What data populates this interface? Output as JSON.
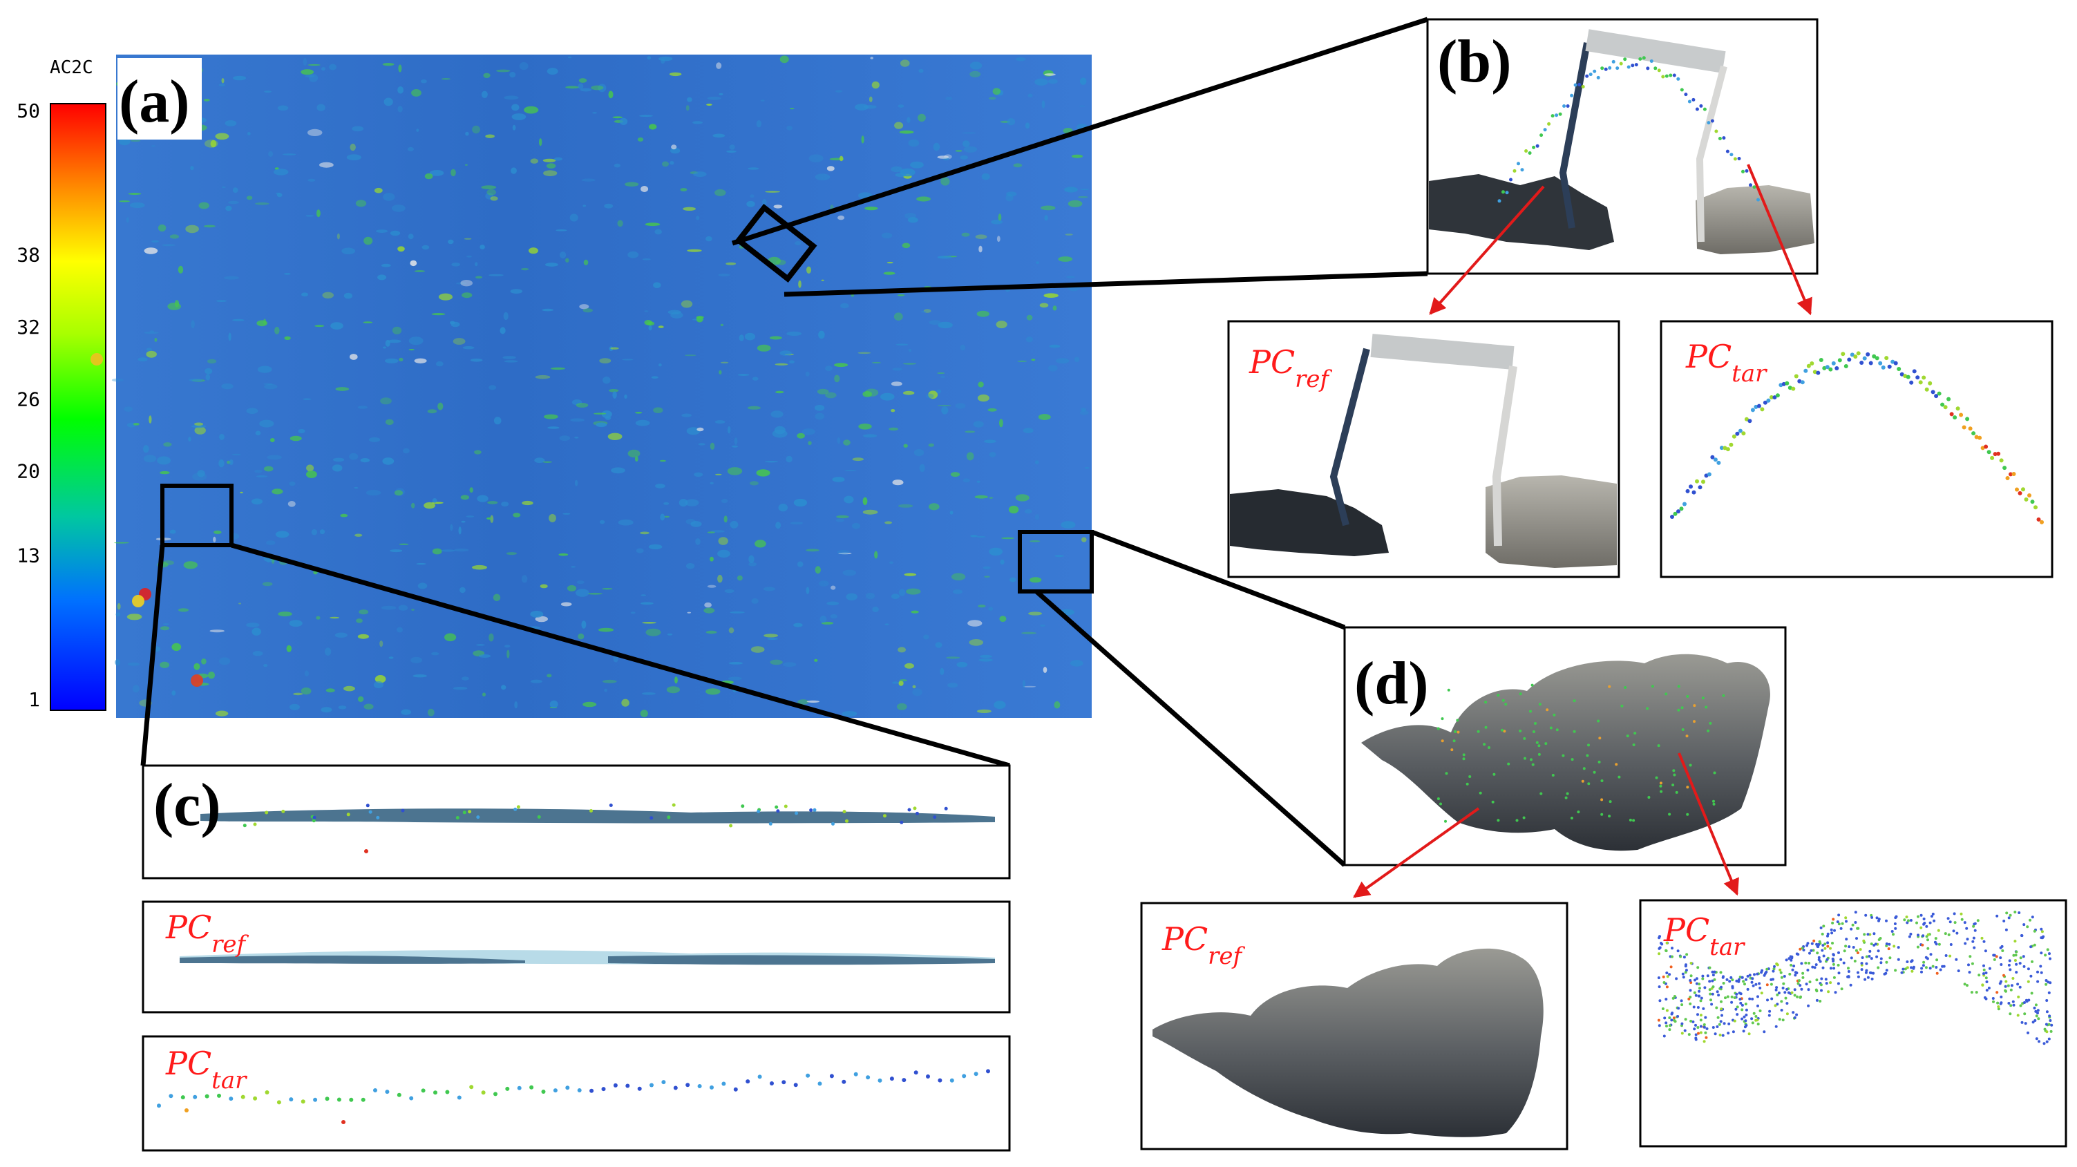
{
  "colorbar": {
    "title": "AC2C",
    "ticks": [
      "50",
      "38",
      "32",
      "26",
      "20",
      "13",
      "1"
    ],
    "tick_values": [
      50,
      38,
      32,
      26,
      20,
      13,
      1
    ],
    "range": [
      1,
      50
    ],
    "colors": [
      "#0000ff",
      "#0080ff",
      "#00d080",
      "#00ff00",
      "#c8ff00",
      "#ffff00",
      "#ff9900",
      "#ff0000"
    ]
  },
  "panels": {
    "a": {
      "label": "(a)"
    },
    "b": {
      "label": "(b)",
      "sub": {
        "ref_main": "PC",
        "ref_sub": "ref",
        "tar_main": "PC",
        "tar_sub": "tar"
      }
    },
    "c": {
      "label": "(c)",
      "sub": {
        "ref_main": "PC",
        "ref_sub": "ref",
        "tar_main": "PC",
        "tar_sub": "tar"
      }
    },
    "d": {
      "label": "(d)",
      "sub": {
        "ref_main": "PC",
        "ref_sub": "ref",
        "tar_main": "PC",
        "tar_sub": "tar"
      }
    }
  },
  "colors": {
    "heatmap_base": "#3a78d8",
    "heatmap_green": "#38c848",
    "frame": "#000000",
    "arrow": "#e21a1a",
    "rock_dark": "#3a3f46",
    "rock_light": "#8a8a86"
  }
}
